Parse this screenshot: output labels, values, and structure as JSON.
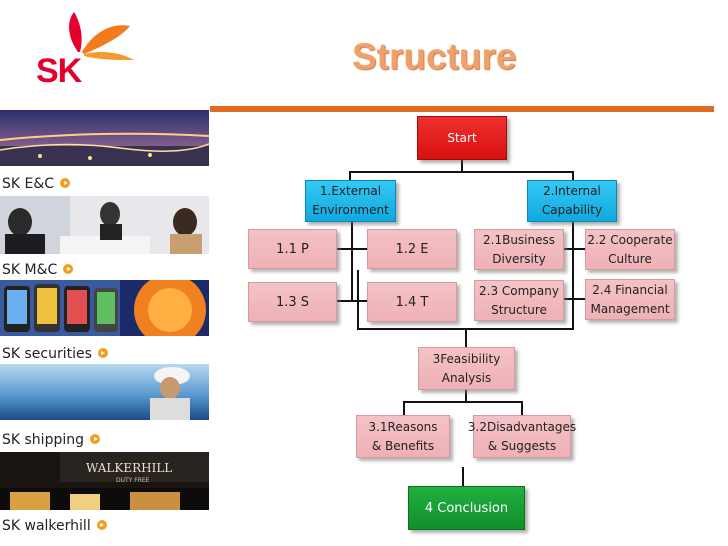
{
  "logo": {
    "text": "SK"
  },
  "title": "Structure",
  "sidebar": {
    "items": [
      {
        "label": "SK E&C"
      },
      {
        "label": "SK M&C"
      },
      {
        "label": "SK securities"
      },
      {
        "label": "SK shipping"
      },
      {
        "label": "SK walkerhill"
      }
    ],
    "walkerhill_sign": {
      "main": "WALKERHILL",
      "sub": "DUTY FREE"
    }
  },
  "diagram": {
    "start": "Start",
    "external": {
      "line1": "1.External",
      "line2": "Environment"
    },
    "internal": {
      "line1": "2.Internal",
      "line2": "Capability"
    },
    "p": "1.1  P",
    "e": "1.2  E",
    "s": "1.3  S",
    "t": "1.4  T",
    "business": {
      "line1": "2.1Business",
      "line2": "Diversity"
    },
    "culture": {
      "line1": "2.2 Cooperate",
      "line2": "Culture"
    },
    "company": {
      "line1": "2.3 Company",
      "line2": "Structure"
    },
    "financial": {
      "line1": "2.4 Financial",
      "line2": "Management"
    },
    "feasibility": {
      "line1": "3Feasibility",
      "line2": "Analysis"
    },
    "reasons": {
      "line1": "3.1Reasons",
      "line2": "& Benefits"
    },
    "disadvantages": {
      "line1": "3.2Disadvantages",
      "line2": "& Suggests"
    },
    "conclusion": "4 Conclusion"
  },
  "colors": {
    "accent_orange": "#e06a20",
    "title_orange": "#f0a068",
    "start_red": "#e02020",
    "level1_blue": "#1cb4ea",
    "node_pink": "#f0b8bc",
    "conclusion_green": "#18a034"
  }
}
